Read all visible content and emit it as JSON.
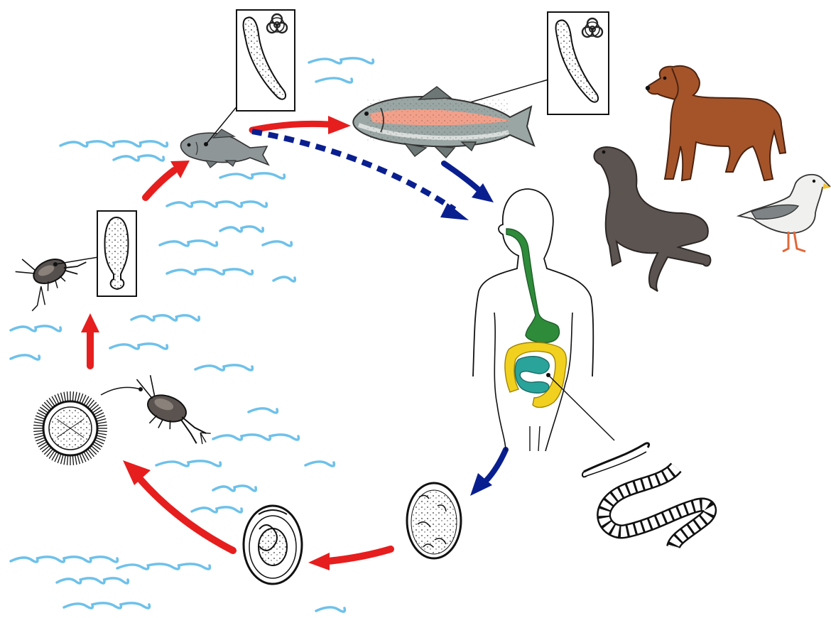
{
  "diagram": {
    "type": "parasite-life-cycle",
    "colors": {
      "water": "#6ec1ea",
      "aquatic_stage_arrow": "#e61e1e",
      "human_infection_arrow": "#0a1f8f",
      "digestive_tract": "#2e8b3a",
      "large_intestine": "#f1d01f",
      "small_intestine": "#2aa39b",
      "salmon_stripe": "#f2a08a"
    },
    "stages": [
      {
        "id": "egg-in-water",
        "icon": "operculated-egg-with-embryo"
      },
      {
        "id": "coracidium",
        "icon": "ciliated-coracidium"
      },
      {
        "id": "copepod",
        "icon": "copepod-first-intermediate-host"
      },
      {
        "id": "procercoid",
        "icon": "procercoid-larva",
        "host": "copepod"
      },
      {
        "id": "small-fish",
        "icon": "small-fish-second-intermediate-host"
      },
      {
        "id": "large-fish",
        "icon": "salmon-paratenic-host"
      },
      {
        "id": "plerocercoid",
        "icon": "plerocercoid-larva",
        "hazard_icon": "biohazard-icon"
      },
      {
        "id": "human",
        "icon": "human-definitive-host"
      },
      {
        "id": "adult-worm",
        "icon": "adult-tapeworm"
      },
      {
        "id": "unembryonated-egg",
        "icon": "egg-passed-in-feces"
      }
    ],
    "other_hosts": [
      {
        "id": "dog",
        "icon": "dog-icon"
      },
      {
        "id": "sea-lion",
        "icon": "sea-lion-icon"
      },
      {
        "id": "gull",
        "icon": "gull-icon"
      }
    ]
  }
}
